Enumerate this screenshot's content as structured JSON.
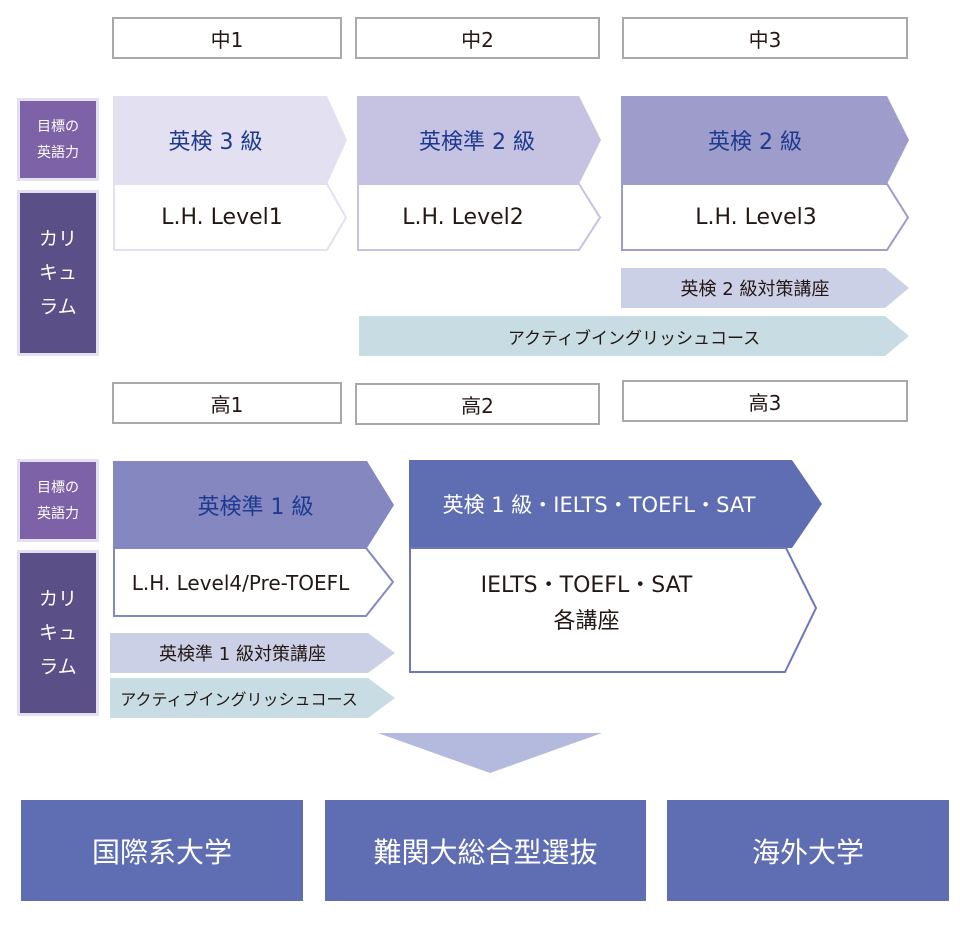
{
  "junior_high": {
    "grades": [
      "中1",
      "中2",
      "中3"
    ],
    "side_labels": {
      "goal": "目標の\n英語力",
      "curriculum": "カリ\nキュ\nラム"
    },
    "goals": [
      "英検 3 級",
      "英検準 2 級",
      "英検 2 級"
    ],
    "levels": [
      "L.H. Level1",
      "L.H. Level2",
      "L.H. Level3"
    ],
    "courses": [
      "英検 2 級対策講座",
      "アクティブイングリッシュコース"
    ]
  },
  "senior_high": {
    "grades": [
      "高1",
      "高2",
      "高3"
    ],
    "side_labels": {
      "goal": "目標の\n英語力",
      "curriculum": "カリ\nキュ\nラム"
    },
    "goals": [
      "英検準 1 級",
      "英検 1 級・IELTS・TOEFL・SAT"
    ],
    "levels": [
      "L.H. Level4/Pre-TOEFL",
      "IELTS・TOEFL・SAT\n各講座"
    ],
    "courses": [
      "英検準 1 級対策講座",
      "アクティブイングリッシュコース"
    ]
  },
  "destinations": [
    "国際系大学",
    "難関大総合型選抜",
    "海外大学"
  ],
  "colors": {
    "goal_1": "#e3e1f1",
    "goal_2": "#c6c3e2",
    "goal_3": "#9e9ccb",
    "goal_4": "#8587c0",
    "goal_5": "#5f6db3",
    "course_eiken": "#ccd0e6",
    "course_active": "#c8dce3",
    "side_goal": "#7e62a7",
    "side_curriculum": "#5a4f86",
    "destination": "#5f6db3",
    "arrow_down": "#b3bade"
  }
}
